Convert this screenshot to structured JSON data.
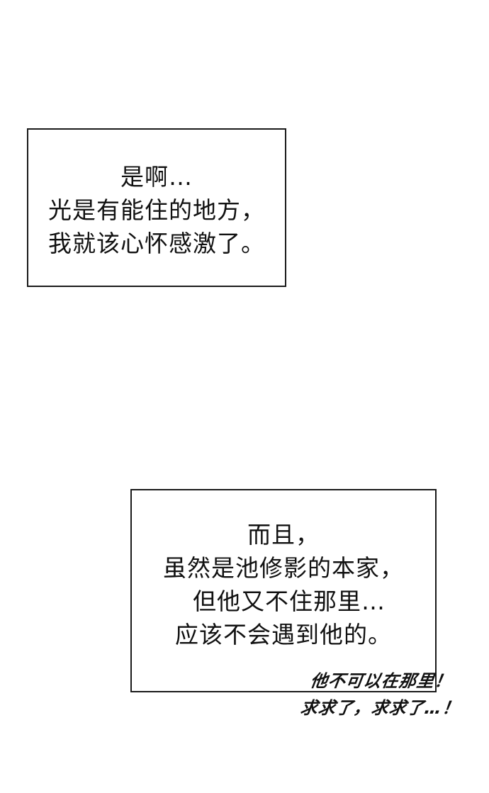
{
  "panel_top": {
    "lines": [
      "是啊…",
      "光是有能住的地方，",
      "我就该心怀感激了。"
    ]
  },
  "panel_bottom": {
    "lines": [
      "而且，",
      "虽然是池修影的本家，",
      "但他又不住那里…",
      "应该不会遇到他的。"
    ]
  },
  "handwritten": {
    "line1": "他不可以在那里！",
    "line2": "求求了，求求了…！"
  }
}
